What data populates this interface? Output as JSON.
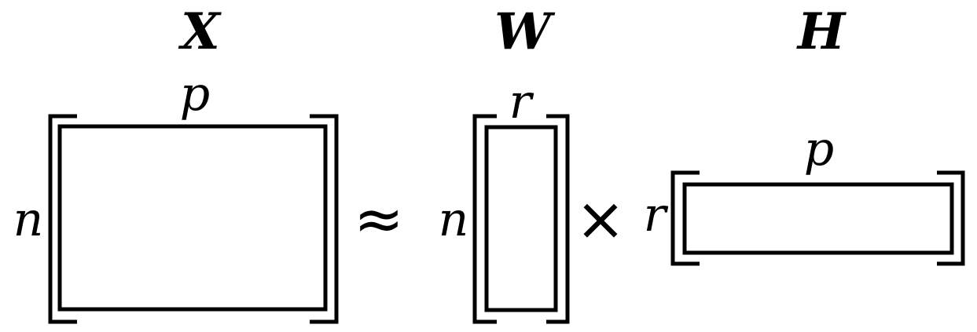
{
  "matrices": {
    "x": {
      "title": "X",
      "rows_label": "n",
      "cols_label": "p"
    },
    "w": {
      "title": "W",
      "rows_label": "n",
      "cols_label": "r"
    },
    "h": {
      "title": "H",
      "rows_label": "r",
      "cols_label": "p"
    }
  },
  "operators": {
    "approx": "≈",
    "times": "×"
  },
  "colors": {
    "stroke": "#000000",
    "background": "#ffffff"
  }
}
